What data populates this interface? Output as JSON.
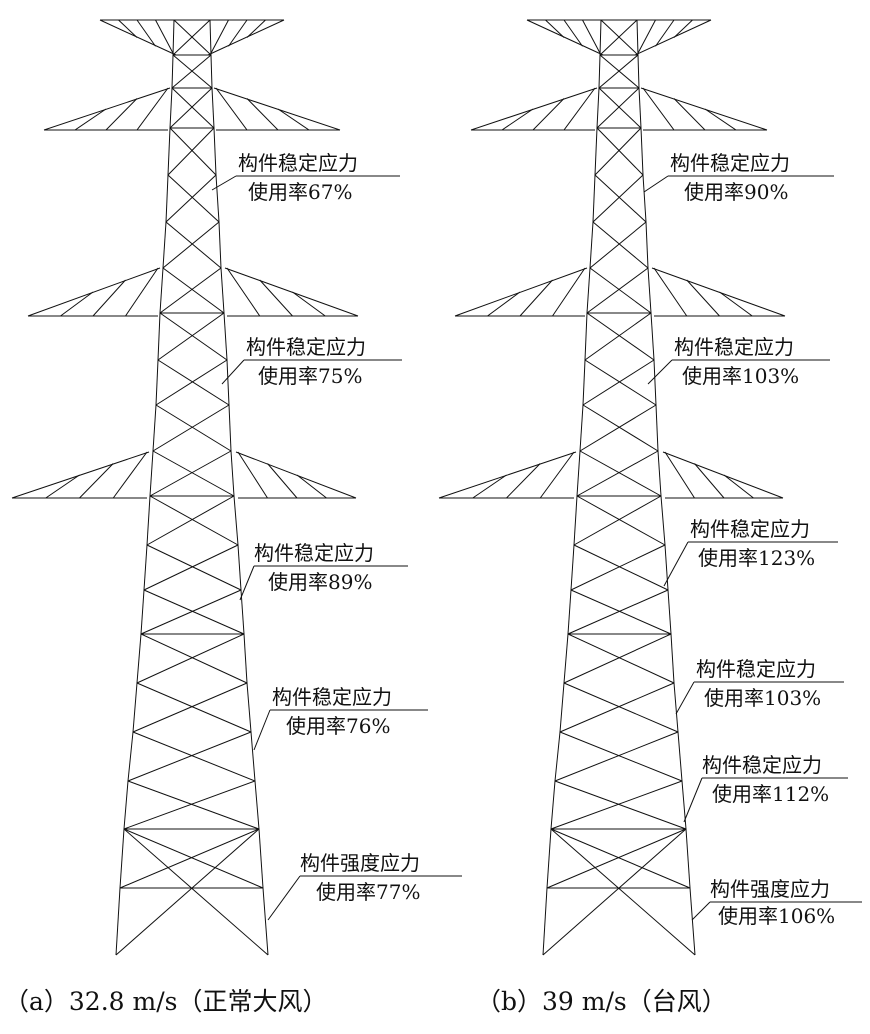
{
  "panels": [
    {
      "id": "a",
      "caption": "（a）32.8 m/s（正常大风）",
      "annotations": [
        {
          "line1": "构件稳定应力",
          "line2": "使用率67%"
        },
        {
          "line1": "构件稳定应力",
          "line2": "使用率75%"
        },
        {
          "line1": "构件稳定应力",
          "line2": "使用率89%"
        },
        {
          "line1": "构件稳定应力",
          "line2": "使用率76%"
        },
        {
          "line1": "构件强度应力",
          "line2": "使用率77%"
        }
      ]
    },
    {
      "id": "b",
      "caption": "（b）39 m/s（台风）",
      "annotations": [
        {
          "line1": "构件稳定应力",
          "line2": "使用率90%"
        },
        {
          "line1": "构件稳定应力",
          "line2": "使用率103%"
        },
        {
          "line1": "构件稳定应力",
          "line2": "使用率123%"
        },
        {
          "line1": "构件稳定应力",
          "line2": "使用率103%"
        },
        {
          "line1": "构件稳定应力",
          "line2": "使用率112%"
        },
        {
          "line1": "构件强度应力",
          "line2": "使用率106%"
        }
      ]
    }
  ]
}
